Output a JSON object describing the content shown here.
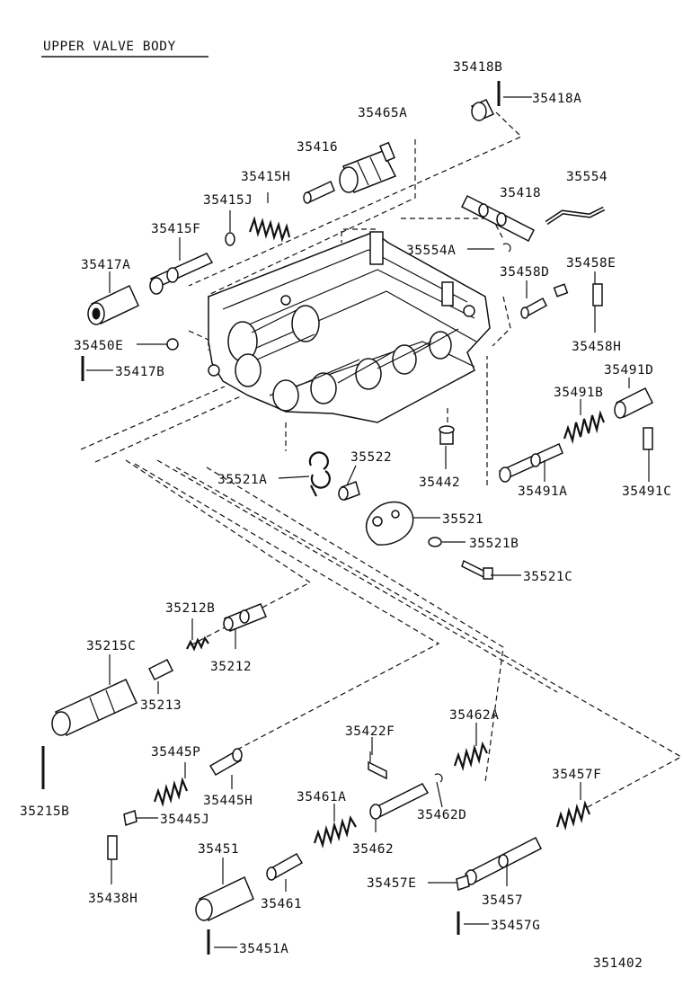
{
  "title": "UPPER VALVE BODY",
  "figure_number": "351402",
  "labels": {
    "p35418B": "35418B",
    "p35418A": "35418A",
    "p35465A": "35465A",
    "p35416": "35416",
    "p35415H": "35415H",
    "p35415J": "35415J",
    "p35415F": "35415F",
    "p35417A": "35417A",
    "p35418": "35418",
    "p35554": "35554",
    "p35554A": "35554A",
    "p35458D": "35458D",
    "p35458E": "35458E",
    "p35458H": "35458H",
    "p35450E": "35450E",
    "p35417B": "35417B",
    "p35491D": "35491D",
    "p35491B": "35491B",
    "p35491A": "35491A",
    "p35491C": "35491C",
    "p35522": "35522",
    "p35521A": "35521A",
    "p35442": "35442",
    "p35521": "35521",
    "p35521B": "35521B",
    "p35521C": "35521C",
    "p35212B": "35212B",
    "p35215C": "35215C",
    "p35212": "35212",
    "p35213": "35213",
    "p35462A": "35462A",
    "p35422F": "35422F",
    "p35445P": "35445P",
    "p35445H": "35445H",
    "p35445J": "35445J",
    "p35215B": "35215B",
    "p35461A": "35461A",
    "p35462D": "35462D",
    "p35462": "35462",
    "p35457F": "35457F",
    "p35451": "35451",
    "p35438H": "35438H",
    "p35461": "35461",
    "p35457E": "35457E",
    "p35457": "35457",
    "p35457G": "35457G",
    "p35451A": "35451A"
  }
}
